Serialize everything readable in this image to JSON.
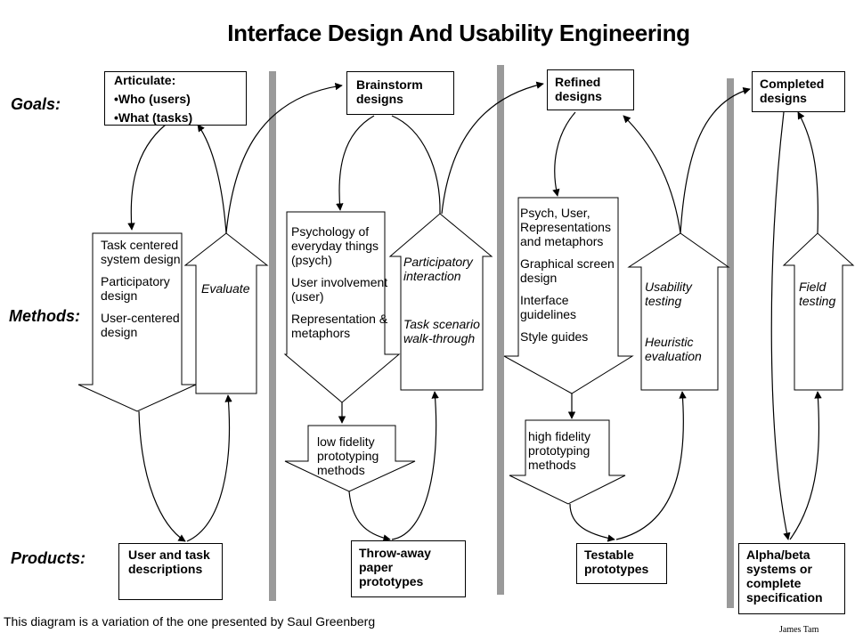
{
  "title": "Interface Design And Usability Engineering",
  "row_labels": {
    "goals": "Goals:",
    "methods": "Methods:",
    "products": "Products:"
  },
  "goals": [
    {
      "heading": "Articulate:",
      "bullets": [
        "•Who (users)",
        "•What (tasks)"
      ]
    },
    {
      "text": "Brainstorm designs"
    },
    {
      "text": "Refined designs"
    },
    {
      "text": "Completed designs"
    }
  ],
  "methods": {
    "down1": [
      "Task centered system design",
      "Participatory design",
      "User-centered design"
    ],
    "up1": "Evaluate",
    "down2": [
      "Psychology of everyday things (psych)",
      "User involvement (user)",
      "Representation & metaphors"
    ],
    "up2": [
      "Participatory interaction",
      "Task scenario walk-through"
    ],
    "proto2": "low fidelity prototyping methods",
    "down3": [
      "Psych, User, Representations and metaphors",
      "Graphical screen design",
      "Interface guidelines",
      "Style guides"
    ],
    "up3": [
      "Usability testing",
      "Heuristic evaluation"
    ],
    "proto3": "high fidelity prototyping methods",
    "up4": "Field testing"
  },
  "products": [
    {
      "text": "User and task descriptions"
    },
    {
      "text": "Throw-away paper prototypes"
    },
    {
      "text": "Testable prototypes"
    },
    {
      "text": "Alpha/beta systems or complete specification"
    }
  ],
  "footer": "This diagram is a variation of the one presented by Saul Greenberg",
  "credit": "James Tam",
  "colors": {
    "separator": "#9a9a9a",
    "line": "#000000"
  }
}
